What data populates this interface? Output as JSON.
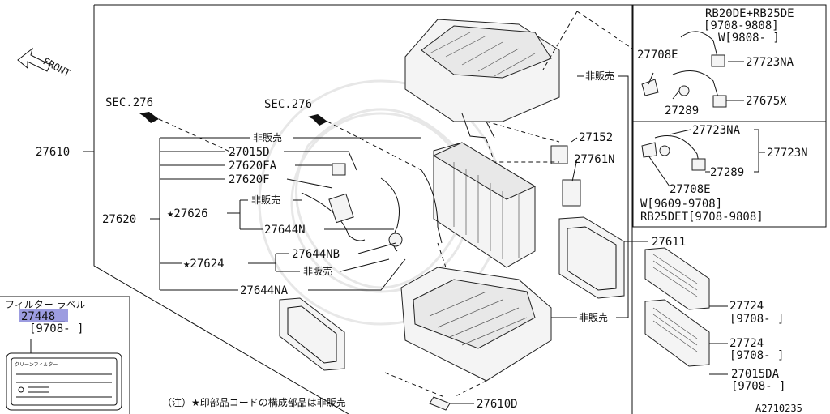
{
  "front_label": "FRONT",
  "sec_left": "SEC.276",
  "sec_right": "SEC.276",
  "labels": {
    "p27610": "27610",
    "p27620": "27620",
    "not_sold_1": "非販売",
    "p27015D": "27015D",
    "p27620FA": "27620FA",
    "p27620F": "27620F",
    "p27626": "★27626",
    "not_sold_2": "非販売",
    "p27644N": "27644N",
    "p27644NB": "27644NB",
    "p27624": "★27624",
    "not_sold_3": "非販売",
    "p27644NA": "27644NA",
    "p27152": "27152",
    "p27761N": "27761N",
    "not_sold_4": "非販売",
    "p27611": "27611",
    "not_sold_5": "非販売",
    "p27610D": "27610D",
    "p27724a": "27724",
    "p27724a_date": "[9708-     ]",
    "p27724b": "27724",
    "p27724b_date": "[9708-     ]",
    "p27015DA": "27015DA",
    "p27015DA_date": "[9708-     ]",
    "note": "（注）★印部品コードの構成部品は非販売",
    "diagram_code": "A2710235"
  },
  "inset_top": {
    "engine": "RB20DE+RB25DE",
    "date": "[9708-9808]",
    "w_date": "W[9808-    ]",
    "p27708E": "27708E",
    "p27723NA": "27723NA",
    "p27289": "27289",
    "p27675X": "27675X"
  },
  "inset_mid": {
    "p27723NA": "27723NA",
    "p27723N": "27723N",
    "p27289": "27289",
    "p27708E": "27708E",
    "w_date": "W[9609-9708]",
    "engine_date": "RB25DET[9708-9808]"
  },
  "filter_label": {
    "title": "フィルター ラベル",
    "part": "27448",
    "date": "[9708-     ]",
    "card_title": "クリーンフィルター"
  }
}
